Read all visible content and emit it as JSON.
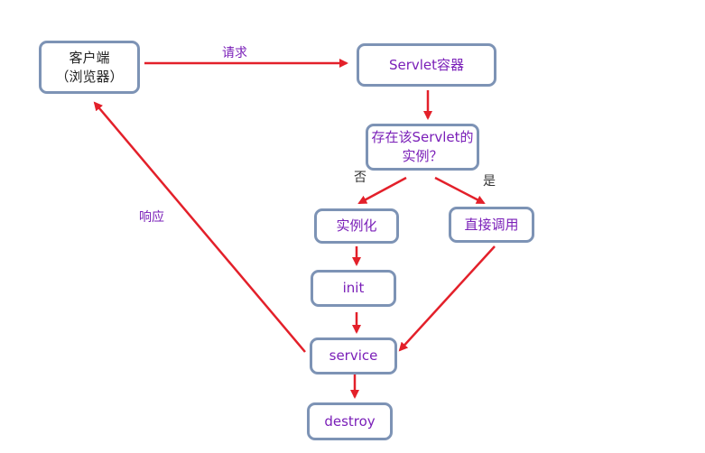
{
  "nodes": {
    "client": {
      "line1": "客户端",
      "line2": "（浏览器）"
    },
    "container": {
      "label": "Servlet容器"
    },
    "check": {
      "line1": "存在该Servlet的",
      "line2": "实例？"
    },
    "instantiate": {
      "label": "实例化"
    },
    "direct_call": {
      "label": "直接调用"
    },
    "init": {
      "label": "init"
    },
    "service": {
      "label": "service"
    },
    "destroy": {
      "label": "destroy"
    }
  },
  "edge_labels": {
    "request": "请求",
    "response": "响应",
    "no": "否",
    "yes": "是"
  },
  "colors": {
    "arrow": "#e3202a",
    "node_border": "#7d93b5",
    "text_purple": "#7a1fb8"
  }
}
